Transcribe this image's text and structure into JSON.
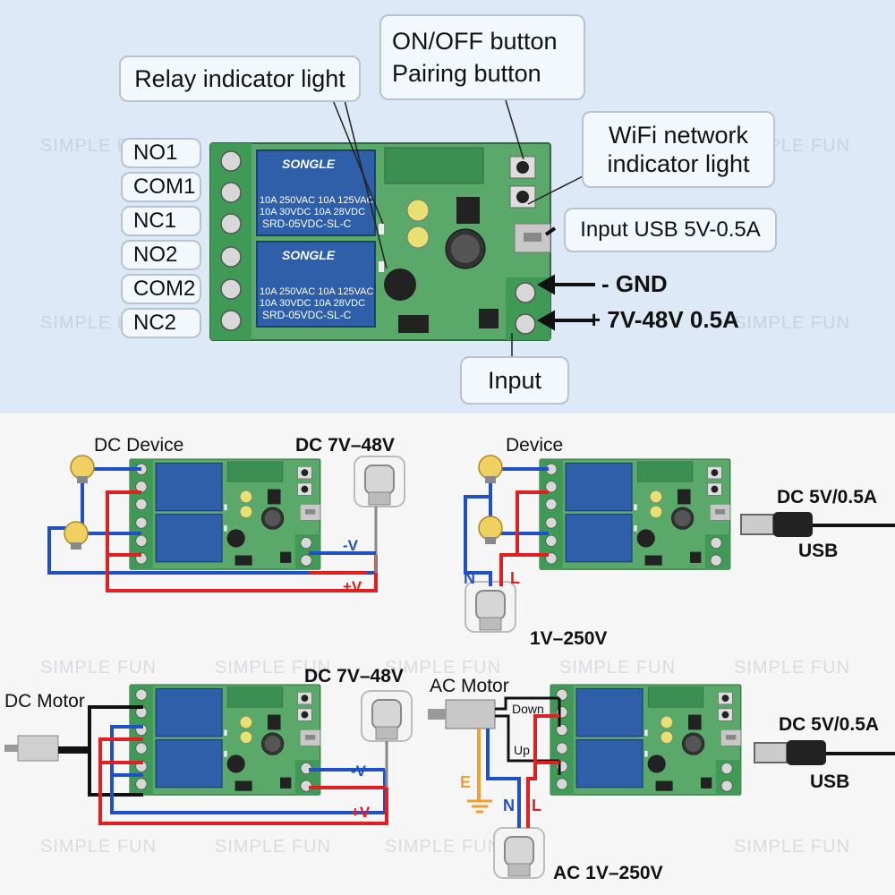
{
  "terminals": [
    "NO1",
    "COM1",
    "NC1",
    "NO2",
    "COM2",
    "NC2"
  ],
  "callouts": {
    "relay_indicator": "Relay indicator light",
    "on_off_line1": "ON/OFF button",
    "on_off_line2": "Pairing button",
    "wifi_line1": "WiFi network",
    "wifi_line2": "indicator light",
    "usb_input": "Input USB 5V-0.5A",
    "gnd": "- GND",
    "vin": "+ 7V-48V 0.5A",
    "input": "Input"
  },
  "relay": {
    "brand": "SONGLE",
    "rating1": "10A 250VAC  10A 125VAC",
    "rating2": "10A  30VDC   10A  28VDC",
    "model": "SRD-05VDC-SL-C"
  },
  "diagram1": {
    "device_label": "DC Device",
    "supply_label": "DC 7V–48V",
    "neg": "-V",
    "pos": "+V"
  },
  "diagram2": {
    "device_label": "Device",
    "supply_label": "1V–250V",
    "n": "N",
    "l": "L",
    "usb_label": "DC 5V/0.5A",
    "usb": "USB"
  },
  "diagram3": {
    "device_label": "DC Motor",
    "supply_label": "DC 7V–48V",
    "neg": "-V",
    "pos": "+V"
  },
  "diagram4": {
    "device_label": "AC Motor",
    "down": "Down",
    "up": "Up",
    "e": "E",
    "n": "N",
    "l": "L",
    "supply_label": "AC 1V–250V",
    "usb_label": "DC 5V/0.5A",
    "usb": "USB"
  },
  "watermark": "SIMPLE FUN",
  "colors": {
    "board": "#5aa86a",
    "relay": "#2f5fa8",
    "wire_red": "#e02020",
    "wire_blue": "#2050c8",
    "bg_top": "#dde9f6"
  }
}
